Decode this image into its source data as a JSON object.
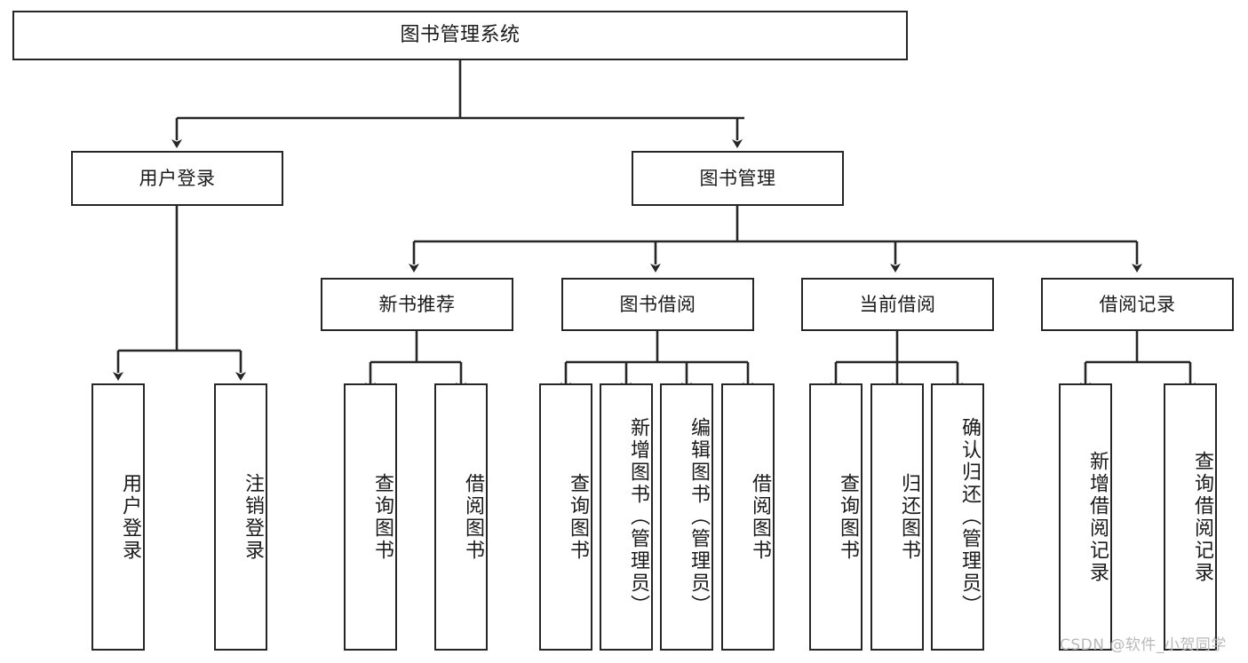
{
  "diagram": {
    "title": "图书管理系统",
    "type": "functional-structure-tree",
    "watermark": "CSDN @软件_小贺同学",
    "colors": {
      "box_border": "#262626",
      "box_fill": "#ffffff",
      "edge": "#262626",
      "text": "#1a1a1a",
      "watermark": "#b9b9b9"
    },
    "root": {
      "label": "图书管理系统"
    },
    "level1": [
      {
        "label": "用户登录"
      },
      {
        "label": "图书管理"
      }
    ],
    "level2": [
      {
        "label": "新书推荐"
      },
      {
        "label": "图书借阅"
      },
      {
        "label": "当前借阅"
      },
      {
        "label": "借阅记录"
      }
    ],
    "leaves": {
      "user_login": [
        {
          "label": "用户登录"
        },
        {
          "label": "注销登录"
        }
      ],
      "new_book": [
        {
          "label": "查询图书"
        },
        {
          "label": "借阅图书"
        }
      ],
      "book_borrow": [
        {
          "label": "查询图书"
        },
        {
          "label": "新增图书（管理员）"
        },
        {
          "label": "编辑图书（管理员）"
        },
        {
          "label": "借阅图书"
        }
      ],
      "current_borrow": [
        {
          "label": "查询图书"
        },
        {
          "label": "归还图书"
        },
        {
          "label": "确认归还（管理员）"
        }
      ],
      "borrow_record": [
        {
          "label": "新增借阅记录"
        },
        {
          "label": "查询借阅记录"
        }
      ]
    }
  }
}
